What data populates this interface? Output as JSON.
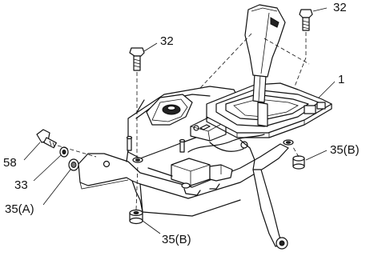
{
  "callouts": {
    "c32_top": "32",
    "c32_left": "32",
    "c1": "1",
    "c58": "58",
    "c33": "33",
    "c35a": "35(A)",
    "c35b_right": "35(B)",
    "c35b_bottom": "35(B)"
  }
}
